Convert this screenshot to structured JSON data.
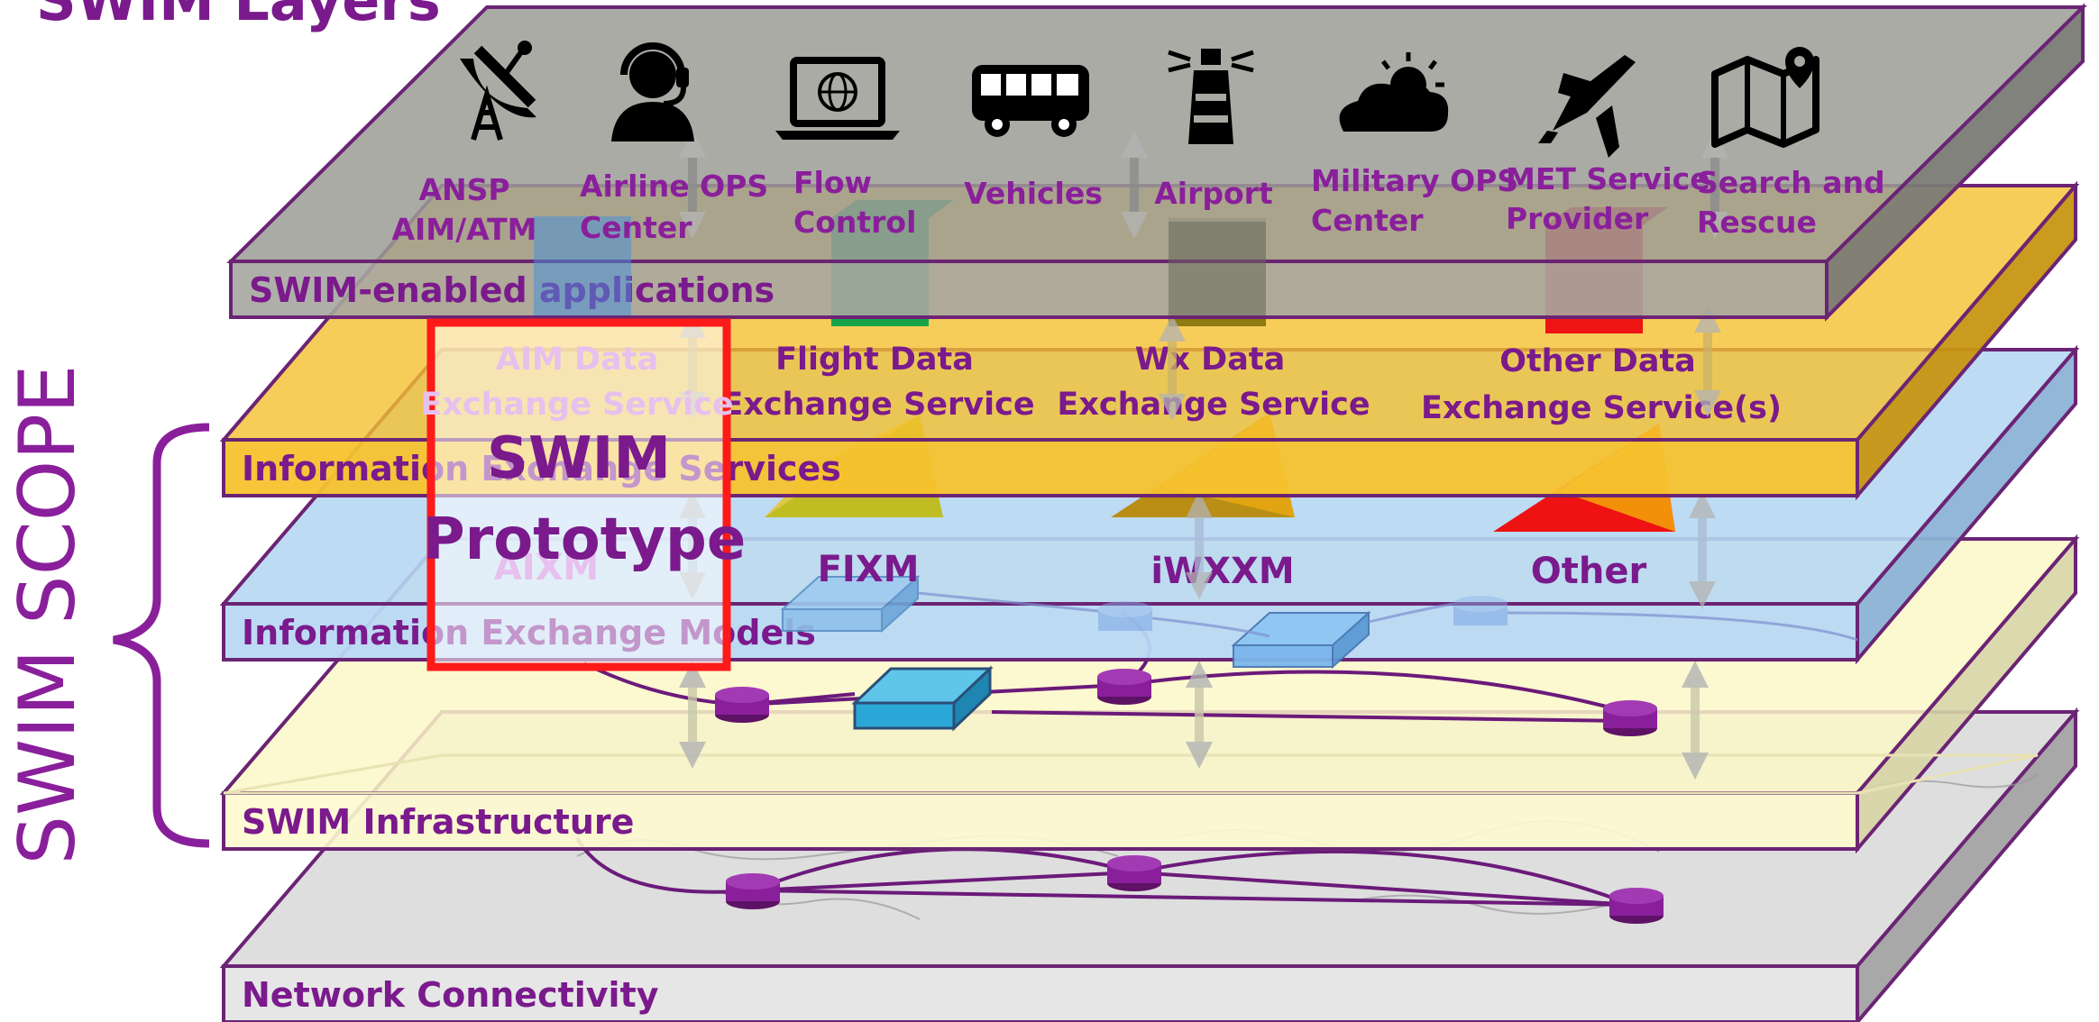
{
  "title": "SWIM Layers",
  "scope_label": "SWIM SCOPE",
  "colors": {
    "purple": "#7a1a8c",
    "red_box": "#ff1a1a",
    "layer_gray": "#a9a9a3",
    "layer_orange": "#f5c12f",
    "layer_blue": "#b7d7f3",
    "layer_yellow": "#fbf7c8",
    "layer_light_gray": "#dcdcdc"
  },
  "applications": [
    {
      "icon": "satellite-dish-icon",
      "lines": [
        "ANSP",
        "AIM/ATM"
      ]
    },
    {
      "icon": "headset-operator-icon",
      "lines": [
        "Airline OPS",
        "Center"
      ]
    },
    {
      "icon": "laptop-globe-icon",
      "lines": [
        "Flow",
        "Control"
      ]
    },
    {
      "icon": "bus-icon",
      "lines": [
        "Vehicles"
      ]
    },
    {
      "icon": "lighthouse-icon",
      "lines": [
        "Airport"
      ]
    },
    {
      "icon": "cloud-sun-icon",
      "lines": [
        "Military OPS",
        "Center"
      ]
    },
    {
      "icon": "fighter-jet-icon",
      "lines": [
        "MET Service",
        "Provider"
      ]
    },
    {
      "icon": "map-pin-icon",
      "lines": [
        "Search and",
        "Rescue"
      ]
    }
  ],
  "layers": {
    "applications": "SWIM-enabled applications",
    "services": "Information Exchange Services",
    "models": "Information Exchange Models",
    "infrastructure": "SWIM Infrastructure",
    "network": "Network Connectivity"
  },
  "services": [
    {
      "lines": [
        "AIM Data",
        "Exchange Service"
      ]
    },
    {
      "lines": [
        "Flight Data",
        "Exchange Service"
      ]
    },
    {
      "lines": [
        "Wx Data",
        "Exchange Service"
      ]
    },
    {
      "lines": [
        "Other Data",
        "Exchange Service(s)"
      ]
    }
  ],
  "models": [
    "AIXM",
    "FIXM",
    "iWXXM",
    "Other"
  ],
  "prototype": {
    "lines": [
      "SWIM",
      "Prototype"
    ]
  }
}
